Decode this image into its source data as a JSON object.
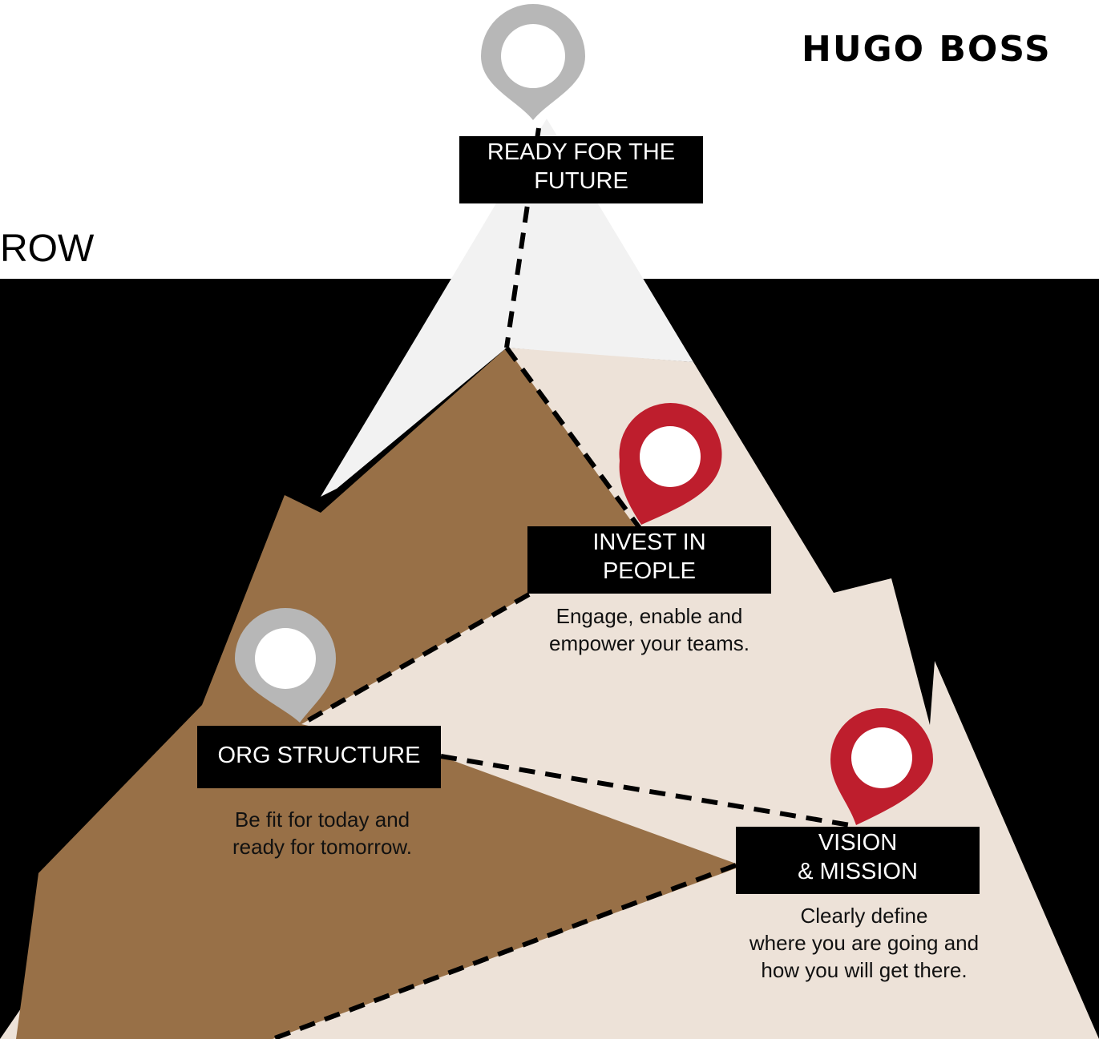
{
  "brand": {
    "name": "HUGO BOSS"
  },
  "heading_fragment": "ROW",
  "colors": {
    "background_panel": "#000000",
    "mountain_brown": "#987047",
    "mountain_beige": "#ede2d8",
    "snow": "#f2f2f2",
    "pin_red": "#be1e2d",
    "pin_gray": "#b7b7b7",
    "label_bg": "#000000",
    "label_text": "#ffffff"
  },
  "milestones": [
    {
      "id": "summit",
      "pin_color": "gray",
      "title_line1": "READY FOR THE",
      "title_line2": "FUTURE"
    },
    {
      "id": "people",
      "pin_color": "red",
      "title_line1": "INVEST IN",
      "title_line2": "PEOPLE",
      "desc_line1": "Engage, enable and",
      "desc_line2": "empower your teams."
    },
    {
      "id": "org",
      "pin_color": "gray",
      "title_line1": "ORG STRUCTURE",
      "desc_line1": "Be fit for today and",
      "desc_line2": "ready for tomorrow."
    },
    {
      "id": "vision",
      "pin_color": "red",
      "title_line1": "VISION",
      "title_line2": "& MISSION",
      "desc_line1": "Clearly define",
      "desc_line2": "where you are going and",
      "desc_line3": "how you will get there."
    }
  ]
}
